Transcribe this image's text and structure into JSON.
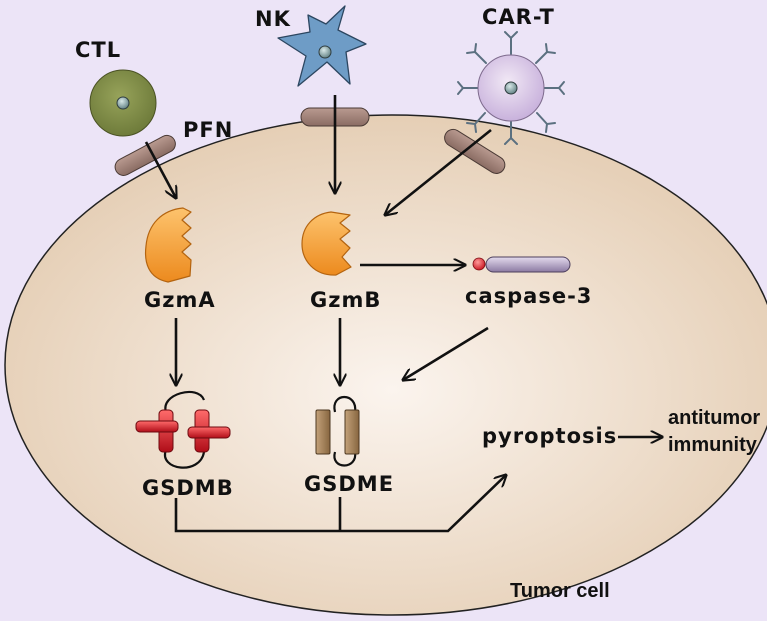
{
  "cells": {
    "ctl": "CTL",
    "nk": "NK",
    "car_t": "CAR-T"
  },
  "pfn": "PFN",
  "enzymes": {
    "gzma": "GzmA",
    "gzmb": "GzmB",
    "caspase3": "caspase-3"
  },
  "gasdermins": {
    "gsdmb": "GSDMB",
    "gsdme": "GSDME"
  },
  "outcome": {
    "pyroptosis": "pyroptosis",
    "immunity_line1": "antitumor",
    "immunity_line2": "immunity"
  },
  "tumor_cell_label": "Tumor cell",
  "colors": {
    "background": "#ece4f7",
    "tumor_cell_center": "#fbf4ee",
    "tumor_cell_edge": "#e3cbb0",
    "ctl": "#7d8a47",
    "nk": "#6e9cc6",
    "car_t": "#c9b3d8",
    "perforin": "#9b7d75",
    "granzyme": "#f39a2c",
    "caspase_bar": "#a08fb5",
    "caspase_dot": "#d0202a",
    "gsdmb": "#c8141f",
    "gsdme": "#9a7a55"
  }
}
